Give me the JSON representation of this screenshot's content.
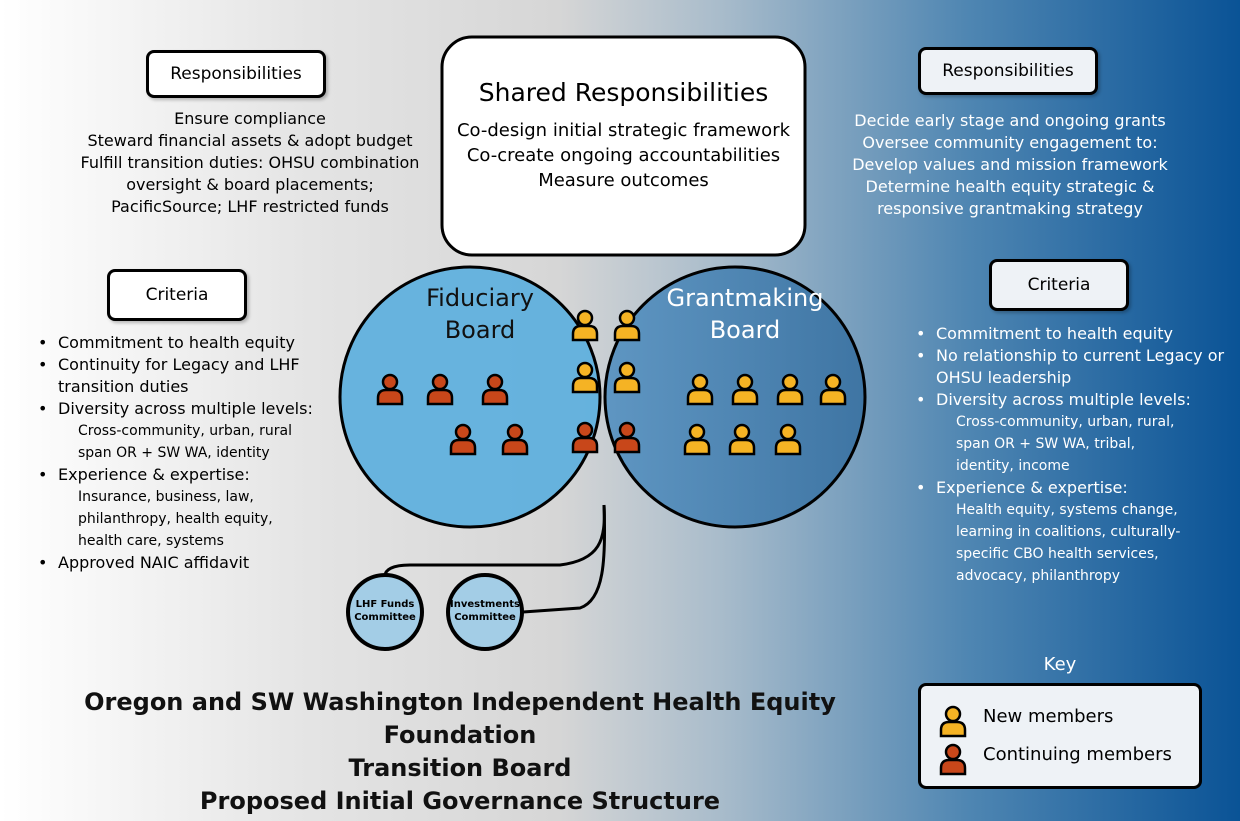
{
  "colors": {
    "new_member": "#f5b324",
    "continuing_member": "#c8471a",
    "fiduciary": "#5aaede",
    "grantmaking": "#3f7fb1",
    "overlap": "#2e7ab8"
  },
  "shared": {
    "title": "Shared Responsibilities",
    "items": [
      "Co-design initial strategic framework",
      "Co-create ongoing accountabilities",
      "Measure outcomes"
    ]
  },
  "left": {
    "resp_label": "Responsibilities",
    "resp_lines": [
      "Ensure compliance",
      "Steward financial assets & adopt budget",
      "Fulfill transition duties: OHSU combination",
      "oversight & board placements;",
      "PacificSource; LHF restricted funds"
    ],
    "criteria_label": "Criteria",
    "criteria": [
      {
        "text": "Commitment to health equity"
      },
      {
        "text": "Continuity for Legacy and LHF transition duties"
      },
      {
        "text": "Diversity across multiple levels:",
        "sub": [
          "Cross-community, urban, rural",
          "span OR + SW WA, identity"
        ]
      },
      {
        "text": "Experience & expertise:",
        "sub": [
          "Insurance, business, law,",
          "philanthropy, health equity,",
          "health care, systems"
        ]
      },
      {
        "text": "Approved NAIC affidavit"
      }
    ]
  },
  "right": {
    "resp_label": "Responsibilities",
    "resp_lines": [
      "Decide early stage and ongoing grants",
      "Oversee community engagement to:",
      "Develop values and mission framework",
      "Determine health equity strategic &",
      "responsive grantmaking strategy"
    ],
    "criteria_label": "Criteria",
    "criteria": [
      {
        "text": "Commitment to health equity"
      },
      {
        "text": "No relationship to current Legacy or OHSU leadership"
      },
      {
        "text": "Diversity across multiple levels:",
        "sub": [
          "Cross-community, urban, rural,",
          "span OR + SW WA, tribal,",
          "identity, income"
        ]
      },
      {
        "text": "Experience & expertise:",
        "sub": [
          "Health equity, systems change,",
          "learning in coalitions, culturally-",
          "specific CBO health services,",
          "advocacy, philanthropy"
        ]
      }
    ]
  },
  "boards": {
    "fiduciary": [
      "Fiduciary",
      "Board"
    ],
    "grantmaking": [
      "Grantmaking",
      "Board"
    ]
  },
  "committees": [
    [
      "LHF Funds",
      "Committee"
    ],
    [
      "Investments",
      "Committee"
    ]
  ],
  "title": [
    "Oregon and SW Washington Independent Health Equity Foundation",
    "Transition Board",
    "Proposed Initial Governance Structure"
  ],
  "key": {
    "title": "Key",
    "new": "New members",
    "continuing": "Continuing members"
  }
}
